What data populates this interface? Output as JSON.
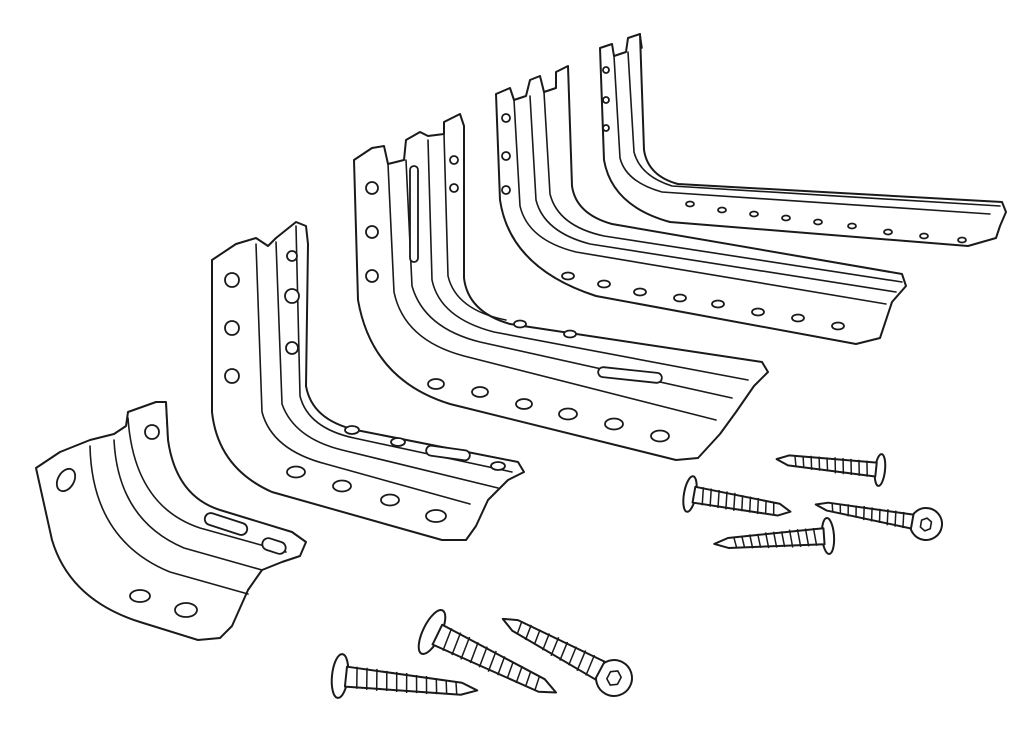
{
  "illustration": {
    "background": "#ffffff",
    "line_color": "#1a1a1a",
    "brackets": [
      {
        "name": "bracket-size-1"
      },
      {
        "name": "bracket-size-2"
      },
      {
        "name": "bracket-size-3"
      },
      {
        "name": "bracket-size-4"
      },
      {
        "name": "bracket-size-5"
      }
    ],
    "screw_count": 7
  }
}
